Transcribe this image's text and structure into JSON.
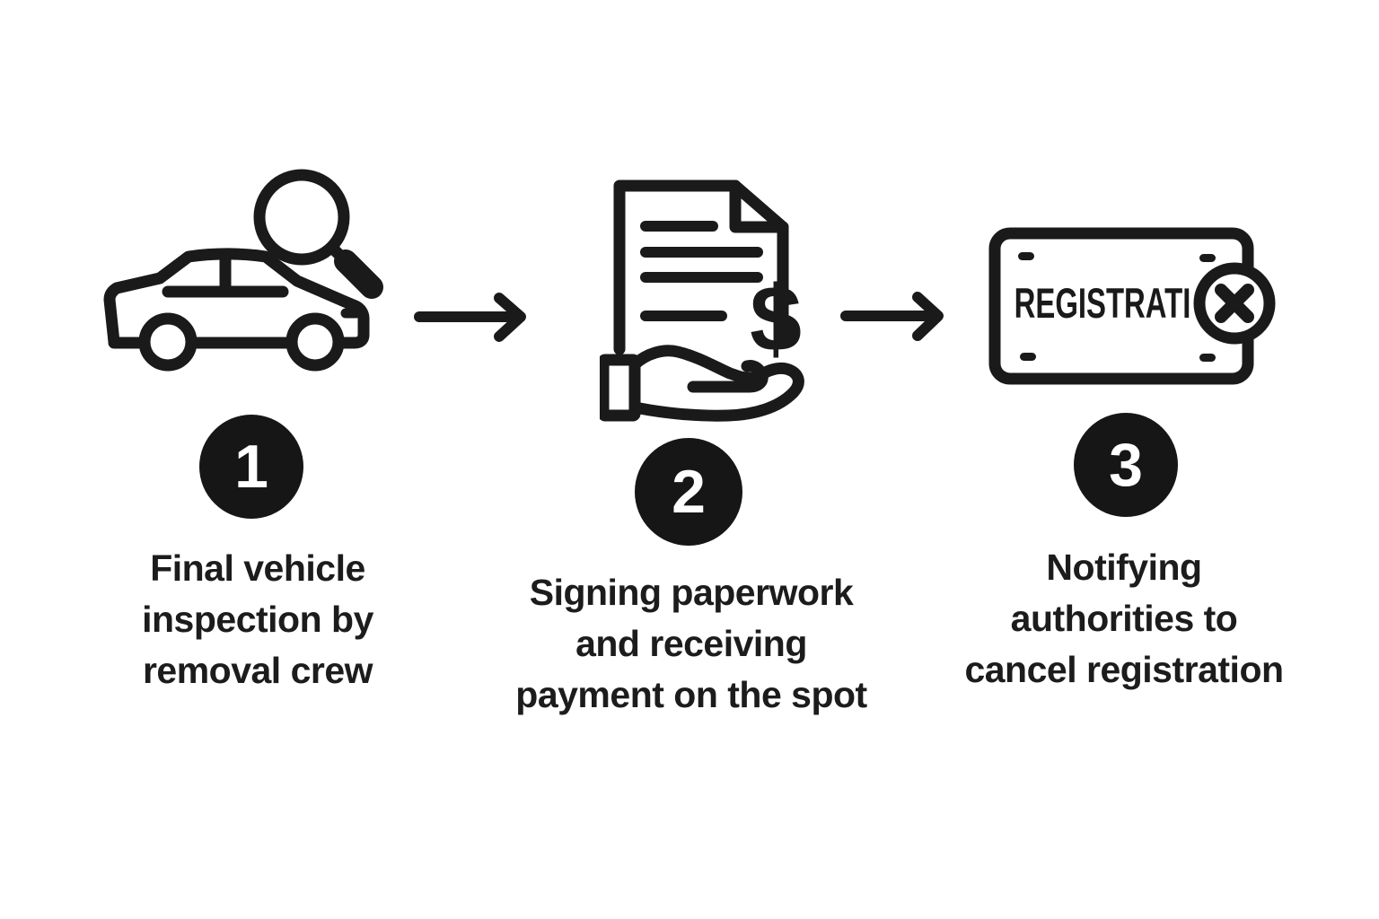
{
  "page": {
    "background_color": "#ffffff",
    "ink_color": "#1a1a1a",
    "badge_color": "#161616"
  },
  "steps": [
    {
      "number": "1",
      "icon": "car-with-magnifier",
      "lines": [
        "Final vehicle",
        "inspection by",
        "removal crew"
      ]
    },
    {
      "number": "2",
      "icon": "document-payment-hand",
      "currency_symbol": "$",
      "lines": [
        "Signing paperwork",
        "and receiving",
        "payment on the spot"
      ]
    },
    {
      "number": "3",
      "icon": "license-plate-cancelled",
      "plate_text": "REGISTRATI",
      "lines": [
        "Notifying",
        "authorities to",
        "cancel registration"
      ]
    }
  ]
}
